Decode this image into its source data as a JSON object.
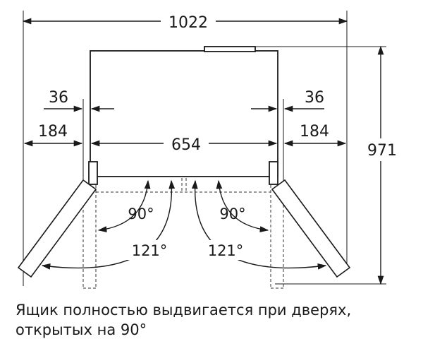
{
  "dimensions": {
    "total_width": "1022",
    "total_depth": "971",
    "body_width": "654",
    "left_offset": "184",
    "right_offset": "184",
    "left_gap": "36",
    "right_gap": "36"
  },
  "angles": {
    "left_inner": "90°",
    "right_inner": "90°",
    "left_outer": "121°",
    "right_outer": "121°"
  },
  "caption": {
    "line1": "Ящик полностью выдвигается при дверях,",
    "line2": "открытых на 90°"
  }
}
